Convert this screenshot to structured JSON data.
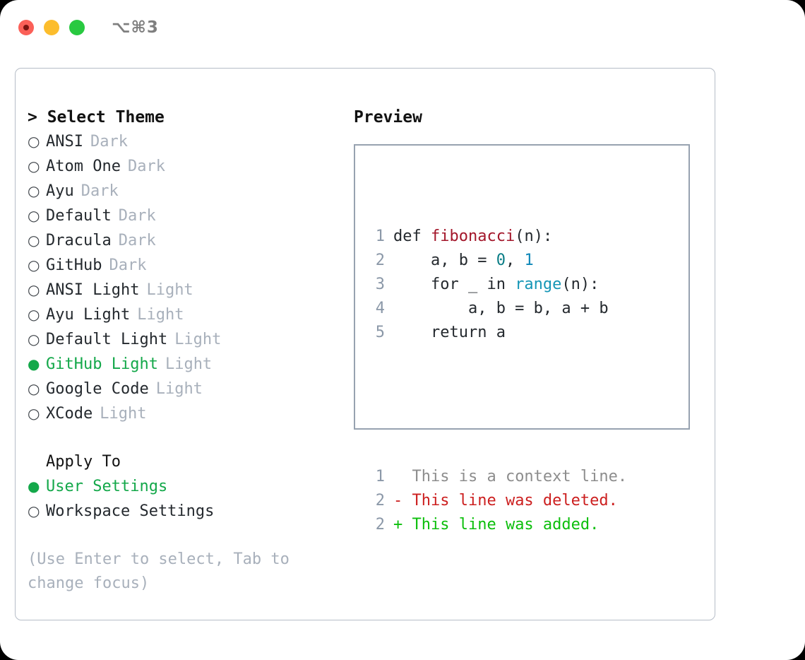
{
  "titlebar": {
    "shortcut": "⌥⌘3",
    "buttons": [
      "close",
      "minimize",
      "zoom"
    ]
  },
  "left": {
    "header": "> Select Theme",
    "marker_selected": "●",
    "marker_unselected": "○",
    "themes": [
      {
        "name": "ANSI",
        "variant": "Dark",
        "selected": false
      },
      {
        "name": "Atom One",
        "variant": "Dark",
        "selected": false
      },
      {
        "name": "Ayu",
        "variant": "Dark",
        "selected": false
      },
      {
        "name": "Default",
        "variant": "Dark",
        "selected": false
      },
      {
        "name": "Dracula",
        "variant": "Dark",
        "selected": false
      },
      {
        "name": "GitHub",
        "variant": "Dark",
        "selected": false
      },
      {
        "name": "ANSI Light",
        "variant": "Light",
        "selected": false
      },
      {
        "name": "Ayu Light",
        "variant": "Light",
        "selected": false
      },
      {
        "name": "Default Light",
        "variant": "Light",
        "selected": false
      },
      {
        "name": "GitHub Light",
        "variant": "Light",
        "selected": true
      },
      {
        "name": "Google Code",
        "variant": "Light",
        "selected": false
      },
      {
        "name": "XCode",
        "variant": "Light",
        "selected": false
      }
    ],
    "apply_to": {
      "title": "Apply To",
      "options": [
        {
          "name": "User Settings",
          "selected": true
        },
        {
          "name": "Workspace Settings",
          "selected": false
        }
      ]
    },
    "hint": "(Use Enter to select, Tab to change focus)"
  },
  "right": {
    "title": "Preview",
    "code_lines": [
      {
        "num": "1",
        "parts": [
          {
            "text": "def ",
            "token": "plain"
          },
          {
            "text": "fibonacci",
            "token": "function"
          },
          {
            "text": "(n):",
            "token": "plain"
          }
        ]
      },
      {
        "num": "2",
        "parts": [
          {
            "text": "    a, b = ",
            "token": "plain"
          },
          {
            "text": "0",
            "token": "number"
          },
          {
            "text": ", ",
            "token": "plain"
          },
          {
            "text": "1",
            "token": "number2"
          }
        ]
      },
      {
        "num": "3",
        "parts": [
          {
            "text": "    for _ in ",
            "token": "plain"
          },
          {
            "text": "range",
            "token": "call"
          },
          {
            "text": "(n):",
            "token": "plain"
          }
        ]
      },
      {
        "num": "4",
        "parts": [
          {
            "text": "        a, b = b, a + b",
            "token": "plain"
          }
        ]
      },
      {
        "num": "5",
        "parts": [
          {
            "text": "    return a",
            "token": "plain"
          }
        ]
      }
    ],
    "diff_lines": [
      {
        "num": "1",
        "sign": " ",
        "text": " This is a context line.",
        "kind": "context"
      },
      {
        "num": "2",
        "sign": "-",
        "text": " This line was deleted.",
        "kind": "deleted"
      },
      {
        "num": "2",
        "sign": "+",
        "text": " This line was added.",
        "kind": "added"
      }
    ]
  },
  "colors": {
    "accent_green": "#14a84a",
    "diff_add": "#0cbf0c",
    "diff_del": "#cc1f1f",
    "muted": "#a8b0bb",
    "function": "#a3162a",
    "number": "#0a7d86",
    "call": "#1596b6"
  }
}
